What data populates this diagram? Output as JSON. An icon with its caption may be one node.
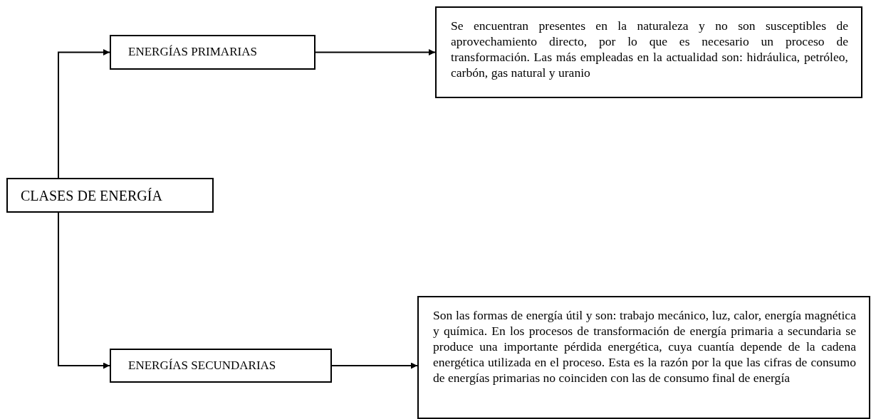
{
  "diagram": {
    "nodes": [
      {
        "text": [
          "CLASES DE ENERGÍA"
        ]
      },
      {
        "text": [
          "ENERGÍAS PRIMARIAS"
        ]
      },
      {
        "text": [
          "Se encuentran presentes en la naturaleza y no son susceptibles de aprovechamiento directo, por lo que es necesario un proceso de transformación. Las más empleadas en la actualidad son: hidráulica, petróleo, carbón, gas natural y uranio"
        ]
      },
      {
        "text": [
          "ENERGÍAS SECUNDARIAS"
        ]
      },
      {
        "text": [
          "Son las formas de energía útil y son: trabajo mecánico, luz, calor, energía magnética y química. En los procesos de transformación de energía primaria a secundaria se produce una importante pérdida energética, cuya cuantía depende de la cadena energética utilizada en el proceso. Esta es la razón por la que las cifras de consumo de energías primarias no coinciden con las de consumo final de energía"
        ]
      }
    ],
    "edges": [
      {
        "from": 0,
        "to": 1,
        "arrow": "to"
      },
      {
        "from": 1,
        "to": 2,
        "arrow": "to"
      },
      {
        "from": 0,
        "to": 3,
        "arrow": "to"
      },
      {
        "from": 3,
        "to": 4,
        "arrow": "to"
      }
    ]
  }
}
